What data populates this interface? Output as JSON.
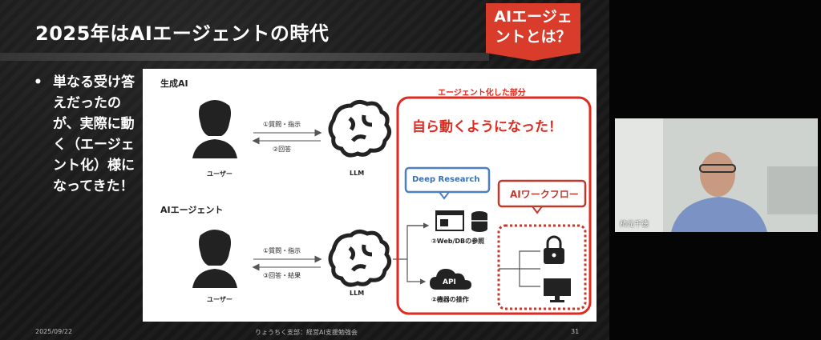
{
  "slide": {
    "title": "2025年はAIエージェントの時代",
    "badge_line1": "AIエージェ",
    "badge_line2": "ントとは？",
    "bullet_text": "単なる受け答えだったのが、実際に動く（エージェント化）様になってきた！",
    "bullet_marker": "•",
    "footer_date": "2025/09/22",
    "footer_center": "りょうちく支部：経営AI支援勉強会",
    "footer_page": "31"
  },
  "diagram": {
    "section1_title": "生成AI",
    "section2_title": "AIエージェント",
    "user_label_1": "ユーザー",
    "user_label_2": "ユーザー",
    "llm_label_1": "LLM",
    "llm_label_2": "LLM",
    "s1_request": "①質問・指示",
    "s1_answer": "②回答",
    "s2_request": "①質問・指示",
    "s2_answer": "③回答・結果",
    "agent_part_label": "エージェント化した部分",
    "headline": "自ら動くようになった！",
    "deep_research": "Deep Research",
    "ai_workflow": "AIワークフロー",
    "web_db": "②Web/DBの参照",
    "api_label": "API",
    "device_op": "②機器の操作"
  },
  "camera": {
    "participant_name": "柿元千徳"
  },
  "colors": {
    "accent_red": "#d93c2b",
    "blue_border": "#4a7fc1",
    "blue_text": "#3a6fb3",
    "red_text": "#e02a1f"
  }
}
